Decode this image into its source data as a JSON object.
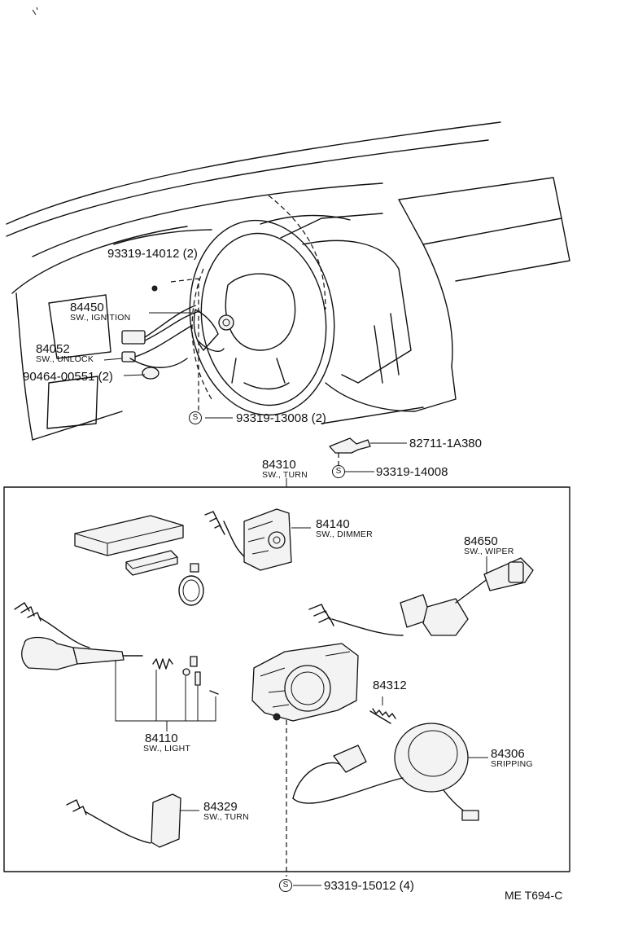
{
  "labels": {
    "bolt_upper": "93319-14012 (2)",
    "ignition_no": "84450",
    "ignition_desc": "SW., IGNITION",
    "unlock_no": "84052",
    "unlock_desc": "SW., UNLOCK",
    "clamp_no": "90464-00551 (2)",
    "bolt_column": "93319-13008 (2)",
    "bracket_no": "82711-1A380",
    "bolt_bracket": "93319-14008",
    "turn_no": "84310",
    "turn_desc": "SW., TURN",
    "dimmer_no": "84140",
    "dimmer_desc": "SW., DIMMER",
    "wiper_no": "84650",
    "wiper_desc": "SW., WIPER",
    "spring_no": "84312",
    "light_no": "84110",
    "light_desc": "SW., LIGHT",
    "spiral_no": "84306",
    "spiral_desc": "SRIPPING",
    "turn2_no": "84329",
    "turn2_desc": "SW., TURN",
    "bolt_bottom": "93319-15012 (4)",
    "s_mark": "S"
  },
  "reference": "ME T694-C",
  "icons": [
    "s-circle-icon",
    "screw-icon",
    "connector-icon"
  ]
}
